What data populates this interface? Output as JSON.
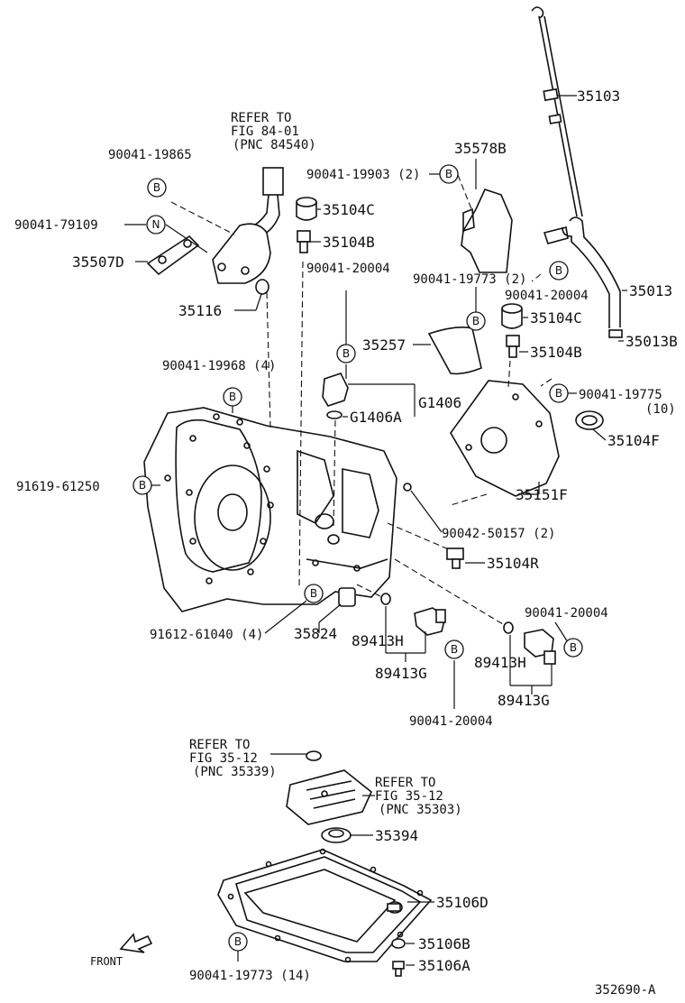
{
  "labels": {
    "p35103": "35103",
    "refer_84540_a": "REFER TO",
    "refer_84540_b": "FIG 84-01",
    "refer_84540_c": "(PNC 84540)",
    "p90041_19865": "90041-19865",
    "p35578B": "35578B",
    "p90041_19903": "90041-19903 (2)",
    "p35104C_top": "35104C",
    "p90041_79109": "90041-79109",
    "p35104B_top": "35104B",
    "p35507D": "35507D",
    "p90041_20004_top": "90041-20004",
    "p90041_19773_2": "90041-19773 (2)",
    "p35013": "35013",
    "p90041_20004_r": "90041-20004",
    "p35116": "35116",
    "p35104C_r": "35104C",
    "p35257": "35257",
    "p35013B": "35013B",
    "p35104B_r": "35104B",
    "p90041_19968": "90041-19968 (4)",
    "p90041_19775": "90041-19775",
    "p90041_19775_q": "(10)",
    "pG1406": "G1406",
    "pG1406A": "G1406A",
    "p35104F": "35104F",
    "p91619_61250": "91619-61250",
    "p35151F": "35151F",
    "p90042_50157": "90042-50157 (2)",
    "p35104R": "35104R",
    "p90041_20004_m": "90041-20004",
    "p91612_61040": "91612-61040 (4)",
    "p35824": "35824",
    "p89413H_a": "89413H",
    "p89413G_a": "89413G",
    "p89413H_b": "89413H",
    "p89413G_b": "89413G",
    "p90041_20004_bot": "90041-20004",
    "refer_35339_a": "REFER TO",
    "refer_35339_b": "FIG 35-12",
    "refer_35339_c": "(PNC 35339)",
    "refer_35303_a": "REFER TO",
    "refer_35303_b": "FIG 35-12",
    "refer_35303_c": "(PNC 35303)",
    "p35394": "35394",
    "p35106D": "35106D",
    "p35106B": "35106B",
    "p35106A": "35106A",
    "p90041_19773_14": "90041-19773 (14)",
    "front": "FRONT",
    "drawing_no": "352690-A"
  },
  "markers": {
    "B": "B",
    "N": "N"
  }
}
